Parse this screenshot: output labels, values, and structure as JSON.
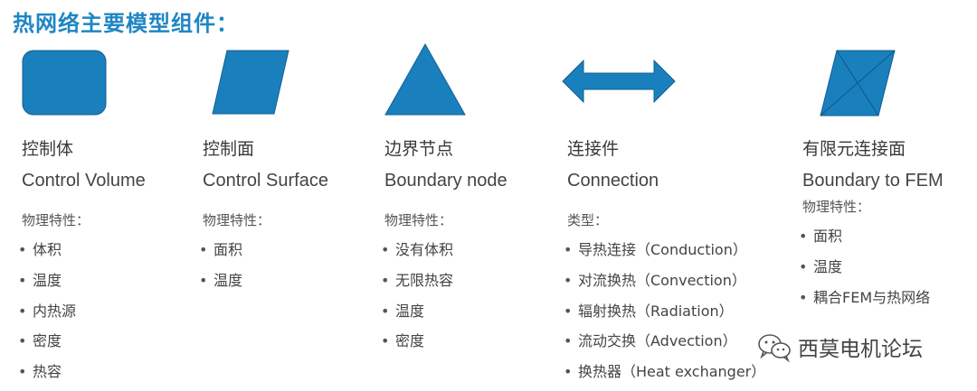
{
  "title": "热网络主要模型组件：",
  "colors": {
    "accent": "#1f86c4",
    "shape_fill": "#1a80bd",
    "shape_stroke": "#0f5f92"
  },
  "components": [
    {
      "shape": "rounded-rectangle",
      "name_cn": "控制体",
      "name_en": "Control Volume",
      "prop_label": "物理特性：",
      "items": [
        "体积",
        "温度",
        "内热源",
        "密度",
        "热容"
      ]
    },
    {
      "shape": "parallelogram",
      "name_cn": "控制面",
      "name_en": "Control Surface",
      "prop_label": "物理特性：",
      "items": [
        "面积",
        "温度"
      ]
    },
    {
      "shape": "triangle",
      "name_cn": "边界节点",
      "name_en": "Boundary node",
      "prop_label": "物理特性：",
      "items": [
        "没有体积",
        "无限热容",
        "温度",
        "密度"
      ]
    },
    {
      "shape": "double-arrow",
      "name_cn": "连接件",
      "name_en": "Connection",
      "prop_label": "类型：",
      "items": [
        "导热连接（Conduction）",
        "对流换热（Convection）",
        "辐射换热（Radiation）",
        "流动交换（Advection）",
        "换热器（Heat exchanger）"
      ]
    },
    {
      "shape": "crossed-parallelogram",
      "name_cn": "有限元连接面",
      "name_en": "Boundary to FEM",
      "prop_label": "物理特性：",
      "items": [
        "面积",
        "温度",
        "耦合FEM与热网络"
      ]
    }
  ],
  "watermark": {
    "icon": "wechat-icon",
    "text": "西莫电机论坛"
  }
}
